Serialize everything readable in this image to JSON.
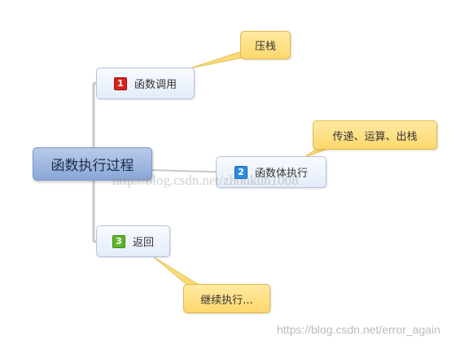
{
  "diagram": {
    "root": {
      "label": "函数执行过程"
    },
    "topics": [
      {
        "number": "1",
        "label": "函数调用",
        "note": "压栈",
        "badge_color": "#d8241c"
      },
      {
        "number": "2",
        "label": "函数体执行",
        "note": "传递、运算、出栈",
        "badge_color": "#2b8ce0"
      },
      {
        "number": "3",
        "label": "返回",
        "note": "继续执行...",
        "badge_color": "#5fb62a"
      }
    ]
  },
  "watermarks": {
    "center": "http://blog.csdn.net/zhoukun1008",
    "bottom": "https://blog.csdn.net/error_again"
  }
}
